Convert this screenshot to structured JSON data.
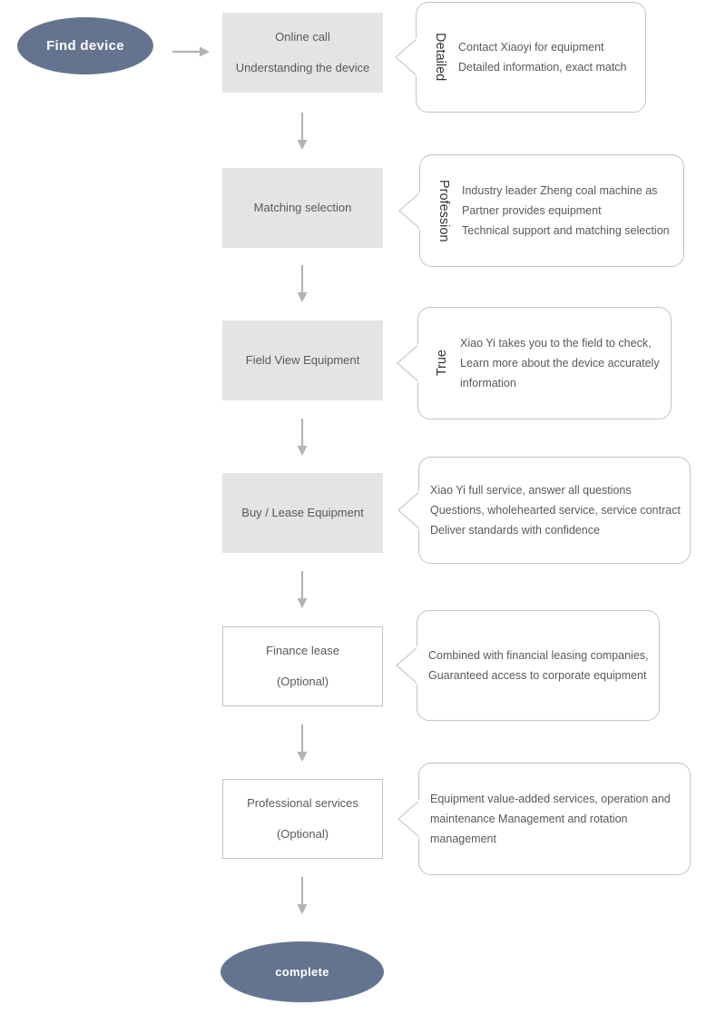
{
  "diagram": {
    "title": "Find device process flow",
    "colors": {
      "terminator_fill": "#64748f",
      "terminator_text": "#ffffff",
      "process_fill": "#e4e4e4",
      "process_outline_fill": "#ffffff",
      "border": "#c3c3c3",
      "body_text": "#595959",
      "label_text": "#333333",
      "arrow": "#b3b3b3",
      "background": "#ffffff"
    },
    "start": {
      "label": "Find device"
    },
    "end": {
      "label": "complete"
    },
    "steps": [
      {
        "id": "step-1",
        "style": "filled",
        "lines": [
          "Online call",
          "Understanding the device"
        ],
        "callout": {
          "vertical_label": "Detailed",
          "vertical_direction": "clockwise",
          "lines": [
            "Contact Xiaoyi for equipment",
            "Detailed information, exact match"
          ]
        }
      },
      {
        "id": "step-2",
        "style": "filled",
        "lines": [
          "Matching selection"
        ],
        "callout": {
          "vertical_label": "Profession",
          "vertical_direction": "clockwise",
          "lines": [
            "Industry leader Zheng coal machine as",
            "Partner provides equipment",
            "Technical support and matching selection"
          ]
        }
      },
      {
        "id": "step-3",
        "style": "filled",
        "lines": [
          "Field View Equipment"
        ],
        "callout": {
          "vertical_label": "True",
          "vertical_direction": "counter-clockwise",
          "lines": [
            "Xiao Yi takes you to the field to check,",
            "Learn more about the device accurately",
            "information"
          ]
        }
      },
      {
        "id": "step-4",
        "style": "filled",
        "lines": [
          "Buy / Lease Equipment"
        ],
        "callout": {
          "vertical_label": "",
          "vertical_direction": "none",
          "lines": [
            "Xiao Yi full service, answer all questions",
            "Questions, wholehearted service, service contract",
            "Deliver standards with confidence"
          ]
        }
      },
      {
        "id": "step-5",
        "style": "outline",
        "lines": [
          "Finance lease",
          "(Optional)"
        ],
        "callout": {
          "vertical_label": "",
          "vertical_direction": "none",
          "lines": [
            "Combined with financial leasing companies,",
            "Guaranteed access to corporate equipment"
          ]
        }
      },
      {
        "id": "step-6",
        "style": "outline",
        "lines": [
          "Professional services",
          "(Optional)"
        ],
        "callout": {
          "vertical_label": "",
          "vertical_direction": "none",
          "lines": [
            "Equipment value-added services, operation and",
            " maintenance Management and rotation",
            "management"
          ]
        }
      }
    ]
  }
}
